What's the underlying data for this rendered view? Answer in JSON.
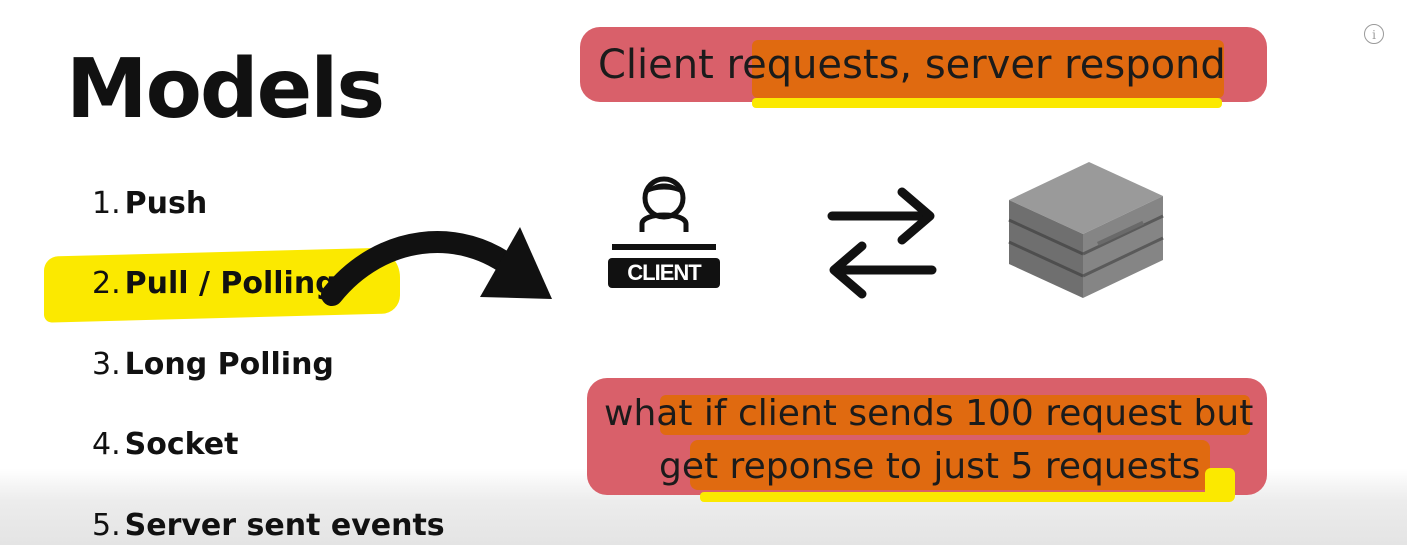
{
  "slide": {
    "title": "Models",
    "list": [
      {
        "num": "1.",
        "label": "Push"
      },
      {
        "num": "2.",
        "label": "Pull / Polling"
      },
      {
        "num": "3.",
        "label": "Long Polling"
      },
      {
        "num": "4.",
        "label": "Socket"
      },
      {
        "num": "5.",
        "label": "Server sent events"
      }
    ],
    "note_top": "Client requests, server respond",
    "note_bottom_line1": "what if client sends 100 request but",
    "note_bottom_line2": "get reponse to just 5 requests",
    "client_label": "CLIENT",
    "highlighted_item": "Pull / Polling"
  },
  "colors": {
    "highlight_yellow": "#fbe900",
    "note_red": "#d9606a",
    "note_orange": "#e06a10",
    "text": "#111111",
    "server_gray": "#8a8a8a"
  },
  "icons": {
    "info": "info-icon",
    "client": "client-user-icon",
    "exchange": "two-way-arrows-icon",
    "server": "server-rack-icon",
    "curved_arrow": "curved-arrow-icon"
  }
}
